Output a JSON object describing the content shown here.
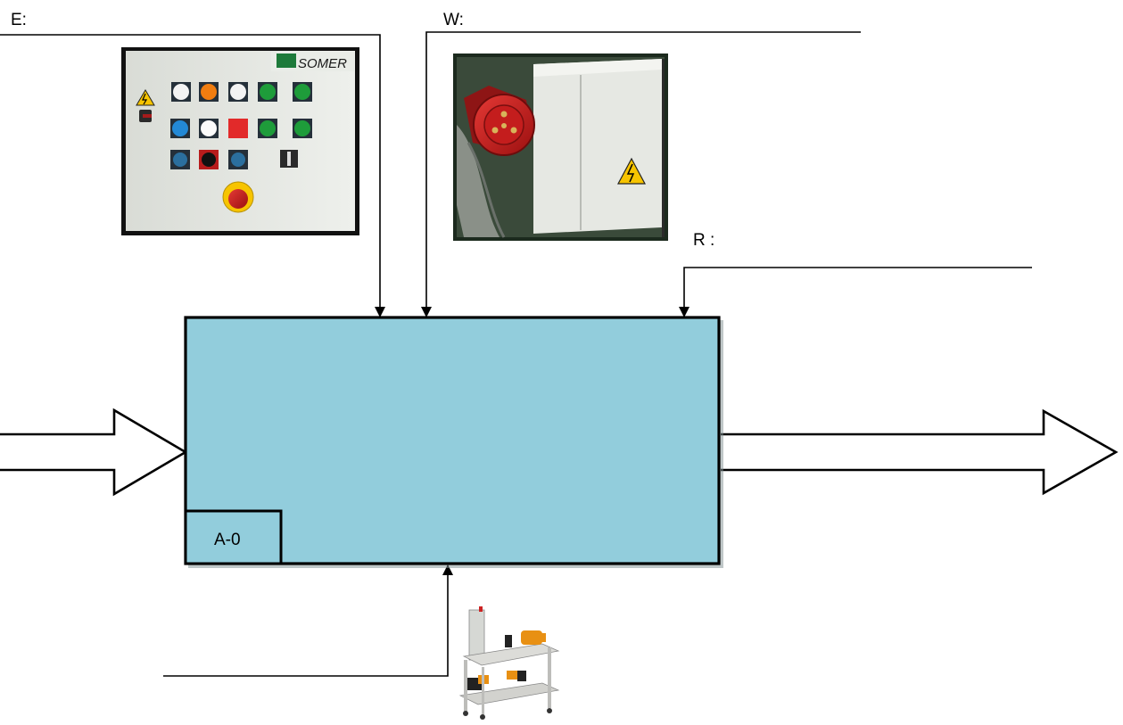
{
  "diagram": {
    "labels": {
      "energy": "E:",
      "power": "W:",
      "settings": "R :",
      "node_id": "A-0"
    },
    "panel_image": {
      "brand_text": "SOMER"
    },
    "colors": {
      "box_fill": "#92CDDC",
      "line": "#000000",
      "arrow_fill": "#FFFFFF"
    }
  }
}
